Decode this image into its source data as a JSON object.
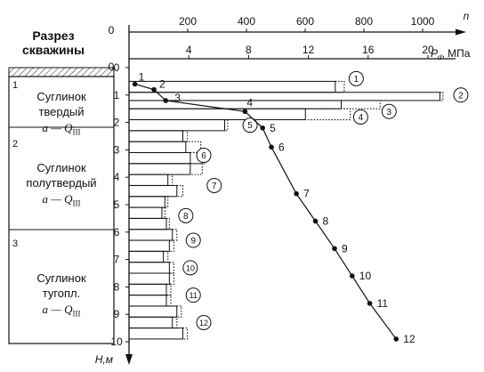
{
  "section": {
    "title_line1": "Разрез",
    "title_line2": "скважины",
    "layers": [
      {
        "num": "1",
        "name_line1": "Суглинок",
        "name_line2": "твердый",
        "age": "a — Q",
        "age_sub": "III"
      },
      {
        "num": "2",
        "name_line1": "Суглинок",
        "name_line2": "полутвердый",
        "age": "a — Q",
        "age_sub": "III"
      },
      {
        "num": "3",
        "name_line1": "Суглинок",
        "name_line2": "тугопл.",
        "age": "a — Q",
        "age_sub": "III"
      }
    ]
  },
  "axes": {
    "depth_label": "H,м",
    "depth_ticks": [
      "0",
      "1",
      "2",
      "3",
      "4",
      "5",
      "6",
      "7",
      "8",
      "9",
      "10"
    ],
    "top_label": "n",
    "top_ticks": [
      "0",
      "200",
      "400",
      "600",
      "800",
      "1000"
    ],
    "p_label": "P",
    "p_sub": "d",
    "p_unit": ", МПа",
    "p_ticks": [
      "0",
      "4",
      "8",
      "12",
      "16",
      "20"
    ]
  },
  "chart_data": {
    "type": "line+bar",
    "line_series": {
      "x_axis": "n",
      "labels": [
        "1",
        "2",
        "3",
        "4",
        "5",
        "6",
        "7",
        "8",
        "9",
        "10",
        "11",
        "12"
      ],
      "n": [
        20,
        85,
        125,
        395,
        455,
        485,
        570,
        635,
        700,
        760,
        820,
        910
      ],
      "depth": [
        0.6,
        0.8,
        1.2,
        1.6,
        2.2,
        2.9,
        4.6,
        5.6,
        6.6,
        7.6,
        8.6,
        9.9
      ]
    },
    "bars_pd": {
      "x_axis": "P_d, МПа",
      "depth_top": [
        0.5,
        0.9,
        1.2,
        1.5,
        1.9,
        2.3,
        2.7,
        3.1,
        3.5,
        3.9,
        4.3,
        4.7,
        5.1,
        5.5,
        5.9,
        6.3,
        6.7,
        7.1,
        7.5,
        7.9,
        8.3,
        8.7,
        9.1,
        9.5
      ],
      "depth_bottom": [
        0.9,
        1.2,
        1.5,
        1.9,
        2.3,
        2.7,
        3.1,
        3.5,
        3.9,
        4.3,
        4.7,
        5.1,
        5.5,
        5.9,
        6.3,
        6.7,
        7.1,
        7.5,
        7.9,
        8.3,
        8.7,
        9.1,
        9.5,
        9.9
      ],
      "solid": [
        13.8,
        20.8,
        14.2,
        11.8,
        6.4,
        3.6,
        3.8,
        4.1,
        4.1,
        2.6,
        3.2,
        2.4,
        2.2,
        2.5,
        2.9,
        2.7,
        2.3,
        2.7,
        2.7,
        2.5,
        2.5,
        3.2,
        2.9,
        3.6
      ],
      "dotted": [
        14.4,
        21.0,
        16.8,
        14.8,
        6.6,
        3.9,
        4.8,
        5.1,
        4.9,
        2.9,
        3.6,
        2.6,
        2.4,
        2.7,
        3.2,
        3.0,
        2.6,
        3.0,
        3.0,
        2.8,
        2.8,
        3.5,
        3.2,
        3.9
      ]
    },
    "bar_callouts": {
      "labels": [
        "1",
        "2",
        "3",
        "4",
        "5",
        "6",
        "7",
        "8",
        "9",
        "10",
        "11",
        "12"
      ],
      "depth": [
        0.4,
        1.0,
        1.6,
        1.8,
        2.1,
        3.2,
        4.3,
        5.4,
        6.3,
        7.3,
        8.3,
        9.3
      ],
      "pd": [
        15.2,
        22.2,
        17.4,
        15.5,
        8.1,
        5.0,
        5.7,
        3.8,
        4.3,
        4.1,
        4.3,
        5.0
      ]
    },
    "n_range": [
      0,
      1000
    ],
    "pd_range": [
      0,
      20
    ],
    "depth_range": [
      0,
      10
    ]
  }
}
